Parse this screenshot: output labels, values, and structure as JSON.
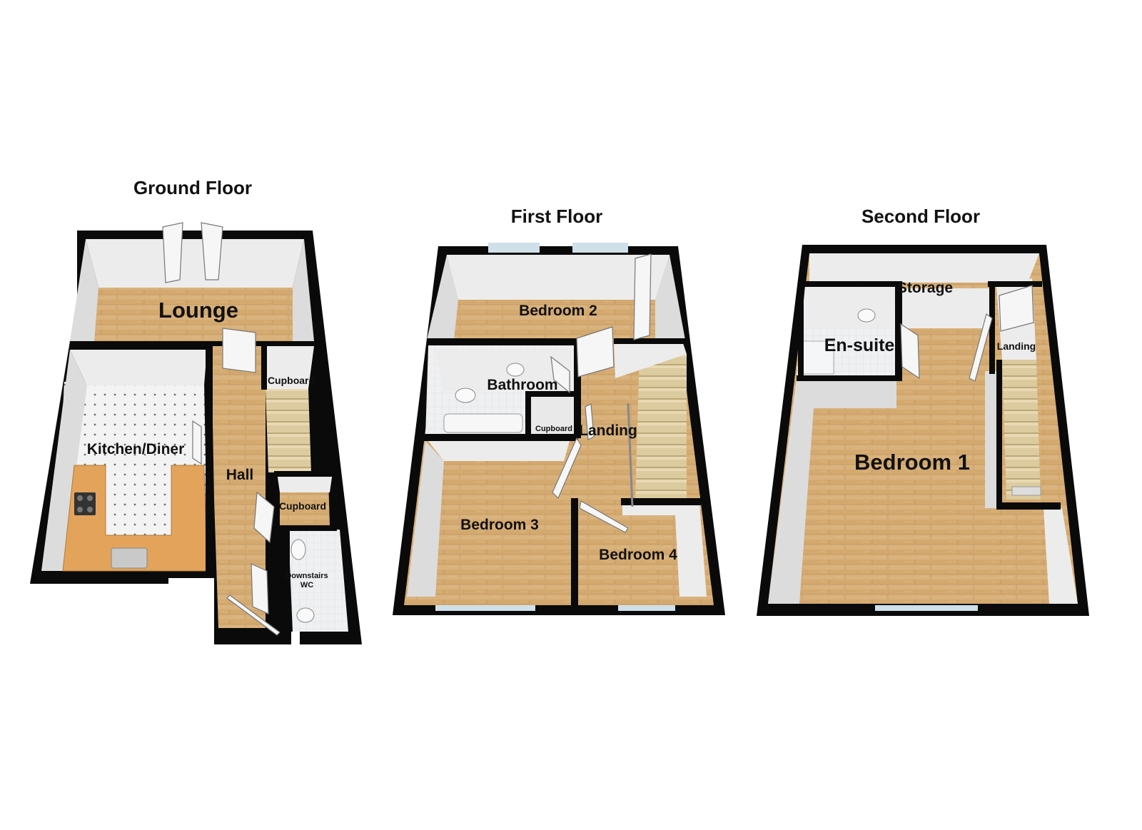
{
  "floors": {
    "ground": {
      "title": "Ground Floor",
      "rooms": {
        "lounge": "Lounge",
        "kitchen": "Kitchen/Diner",
        "hall": "Hall",
        "cupboard_upper": "Cupboard",
        "cupboard_lower": "Cupboard",
        "wc_line1": "Downstairs",
        "wc_line2": "WC"
      }
    },
    "first": {
      "title": "First Floor",
      "rooms": {
        "bedroom2": "Bedroom 2",
        "bathroom": "Bathroom",
        "cupboard": "Cupboard",
        "landing": "Landing",
        "bedroom3": "Bedroom 3",
        "bedroom4": "Bedroom 4"
      }
    },
    "second": {
      "title": "Second Floor",
      "rooms": {
        "storage": "Storage",
        "ensuite": "En-suite",
        "landing": "Landing",
        "bedroom1": "Bedroom 1"
      }
    }
  },
  "colors": {
    "wall": "#0a0a0a",
    "wood_floor": "#d9b27c",
    "tile_floor": "#f2f2f2",
    "worktop": "#e3a35a",
    "stairs": "#d8c79a"
  }
}
